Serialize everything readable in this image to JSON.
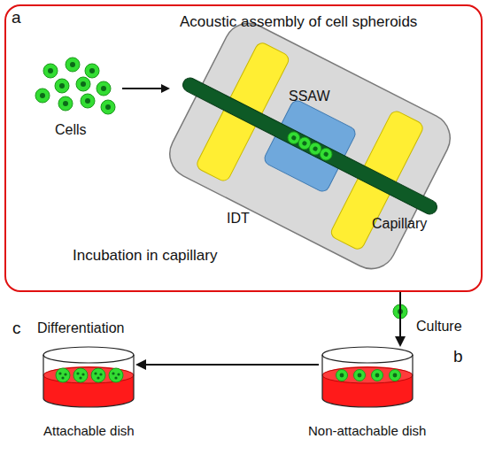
{
  "diagram": {
    "nodes": [
      {
        "text": [
          "a",
          "Acoustic assembly of cell spheroids",
          "Incubation in capillary"
        ]
      },
      {
        "text": [
          "Non-attachable dish"
        ]
      },
      {
        "text": [
          "Attachable dish"
        ]
      }
    ],
    "edges": [
      {
        "from": 0,
        "to": 1,
        "arrow": "to",
        "label": "Culture"
      },
      {
        "from": 1,
        "to": 2,
        "arrow": "to"
      }
    ],
    "labels": [
      "Cells",
      "SSAW",
      "IDT",
      "Capillary",
      "b",
      "c",
      "Differentiation"
    ]
  }
}
